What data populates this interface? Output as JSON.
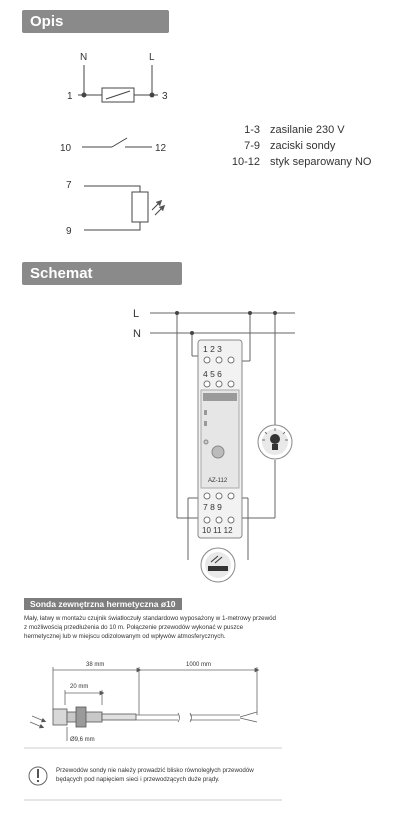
{
  "sections": {
    "pinout_title": "Opis wyprowadzeń",
    "wiring_title": "Schemat podłączenia",
    "probe_title": "Sonda zewnętrzna hermetyczna ø10"
  },
  "pinout": {
    "N": "N",
    "L": "L",
    "t1": "1",
    "t3": "3",
    "t10": "10",
    "t12": "12",
    "t7": "7",
    "t9": "9",
    "legend": [
      {
        "key": "1-3",
        "value": "zasilanie 230 V"
      },
      {
        "key": "7-9",
        "value": "zaciski sondy"
      },
      {
        "key": "10-12",
        "value": "styk separowany NO"
      }
    ]
  },
  "wiring": {
    "L": "L",
    "N": "N",
    "top_terms": "1  2  3",
    "mid_terms": "4  5  6",
    "bot_terms1": "7  8  9",
    "bot_terms2": "10 11 12",
    "device_label": "AZ-112"
  },
  "probe": {
    "description": "Mały, łatwy w montażu czujnik światłoczuły standardowo wyposażony w 1-metrowy przewód z możliwością przedłużenia do 10 m. Połączenie przewodów wykonać w puszce hermetycznej lub w miejscu odizolowanym od wpływów atmosferycznych.",
    "dim_38": "38 mm",
    "dim_1000": "1000 mm",
    "dim_20": "20 mm",
    "dim_dia": "Ø9,6 mm",
    "warning": "Przewodów sondy nie należy prowadzić blisko równoległych przewodów będących pod napięciem sieci i przewodzących duże prądy."
  },
  "colors": {
    "header_bg": "#8a8a8a",
    "line": "#555555"
  },
  "icons": [
    "bulb-icon",
    "light-sensor-icon",
    "warning-icon"
  ]
}
